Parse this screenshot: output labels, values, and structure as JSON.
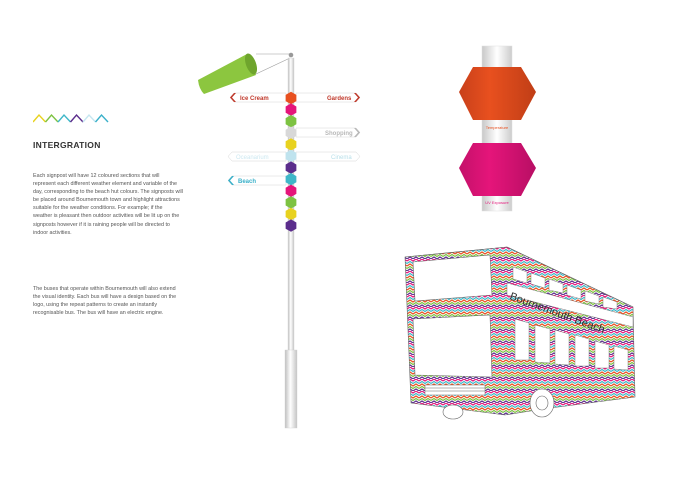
{
  "heading": "INTERGRATION",
  "paragraphs": [
    "Each signpost will have 12 coloured sections that will represent each different weather element and variable of the day, corresponding to the beach hut colours. The signposts will be placed around Bournemouth town and highlight attractions suitable for the weather conditions. For example; if the weather is pleasant then outdoor activities will be lit up on the signposts however if it is raining people will be directed to indoor activities.",
    "The buses that operate within Bournemouth will also extend the visual identity. Each bus will have a design based on the logo, using the repeat patterns to create an instantly recognisable bus. The bus will have an electric engine."
  ],
  "signpost": {
    "signs": {
      "ice_cream": "Ice Cream",
      "gardens": "Gardens",
      "shopping": "Shopping",
      "oceanarium": "Oceanarium",
      "cinema": "Cinema",
      "beach": "Beach"
    },
    "sign_colors": {
      "ice_cream": "#c0392b",
      "gardens": "#c0392b",
      "shopping": "#b8b8b8",
      "oceanarium": "#cde8f1",
      "cinema": "#b7dfe9",
      "beach": "#3ab0c9"
    },
    "segment_colors": [
      "#e8501f",
      "#e5157a",
      "#7dc242",
      "#d8d8d8",
      "#e8d21f",
      "#bfe3ee",
      "#5b2d8c",
      "#3fb7c8",
      "#e5157a",
      "#7dc242",
      "#e8d21f",
      "#5b2d8c"
    ]
  },
  "sensor_post": {
    "labels": {
      "temperature": "Temperature",
      "uv": "UV Exposure"
    },
    "colors": {
      "temperature": "#e8501f",
      "uv": "#e5157a"
    }
  },
  "bus": {
    "sign_text": "Bournemouth Beach"
  },
  "zigzag_colors": [
    "#e8d21f",
    "#7dc242",
    "#3fb7c8",
    "#5b2d8c",
    "#c5e6f0",
    "#3ab0c9"
  ]
}
